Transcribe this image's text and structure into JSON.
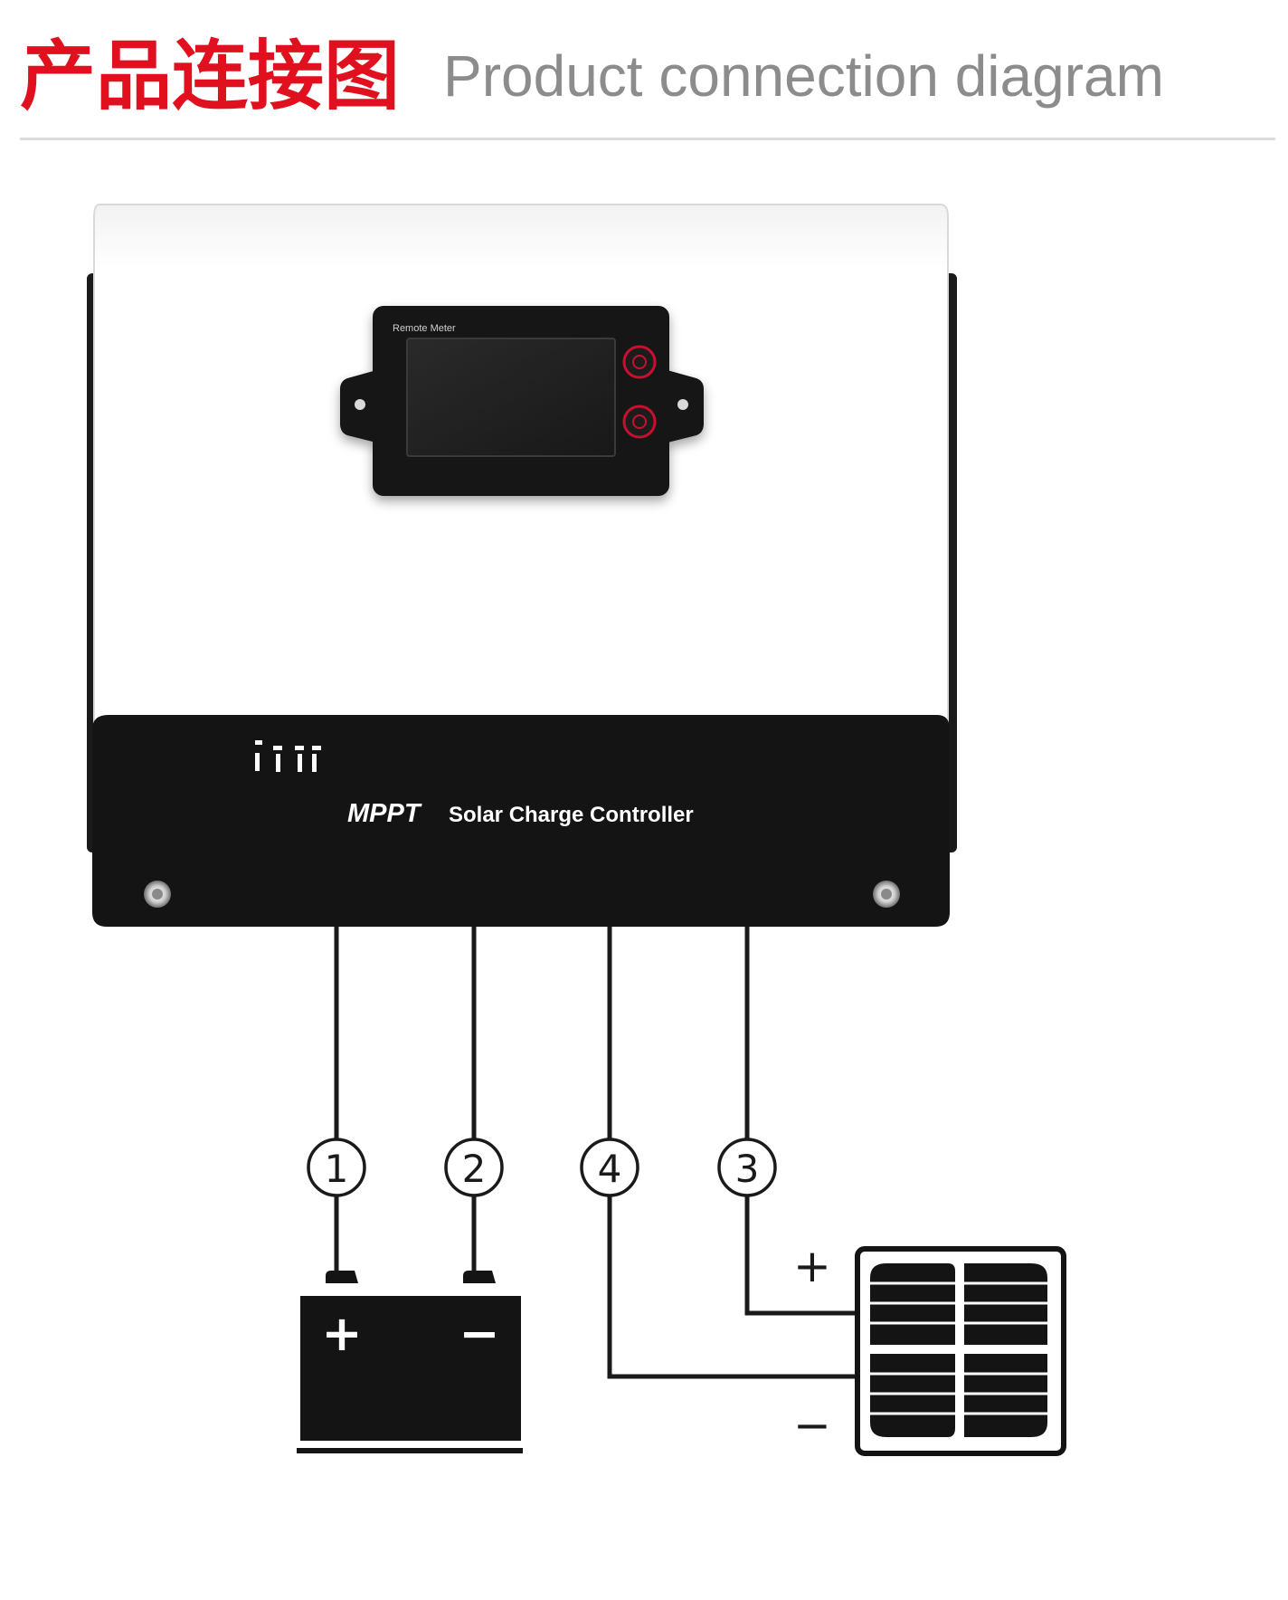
{
  "header": {
    "title_cn": "产品连接图",
    "title_en": "Product connection diagram"
  },
  "controller": {
    "meter_label": "Remote Meter",
    "brand_bold": "MPPT",
    "brand_text": "Solar Charge Controller"
  },
  "terminals": [
    {
      "number": "1"
    },
    {
      "number": "2"
    },
    {
      "number": "4"
    },
    {
      "number": "3"
    }
  ],
  "battery": {
    "plus_symbol": "+",
    "minus_symbol": "−"
  },
  "solar_panel": {
    "plus_symbol": "+",
    "minus_symbol": "−"
  },
  "colors": {
    "title_red": "#e0101e",
    "title_gray": "#8c8c8c",
    "device_black": "#141414",
    "knob_red": "#c8102e"
  }
}
